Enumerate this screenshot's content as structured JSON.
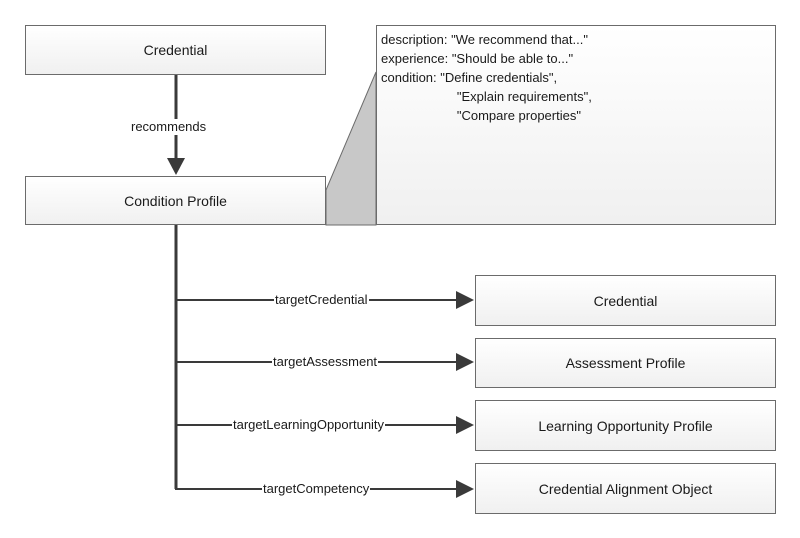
{
  "nodes": {
    "credential_top": "Credential",
    "condition_profile": "Condition Profile",
    "target_credential": "Credential",
    "assessment_profile": "Assessment Profile",
    "learning_opportunity_profile": "Learning Opportunity Profile",
    "credential_alignment_object": "Credential Alignment Object"
  },
  "edges": {
    "recommends": "recommends",
    "target_credential": "targetCredential",
    "target_assessment": "targetAssessment",
    "target_learning_opportunity": "targetLearningOpportunity",
    "target_competency": "targetCompetency"
  },
  "note": {
    "lines": [
      "description: \"We recommend that...\"",
      "experience: \"Should be able to...\"",
      "condition: \"Define credentials\",",
      "                     \"Explain requirements\",",
      "                     \"Compare properties\""
    ]
  }
}
